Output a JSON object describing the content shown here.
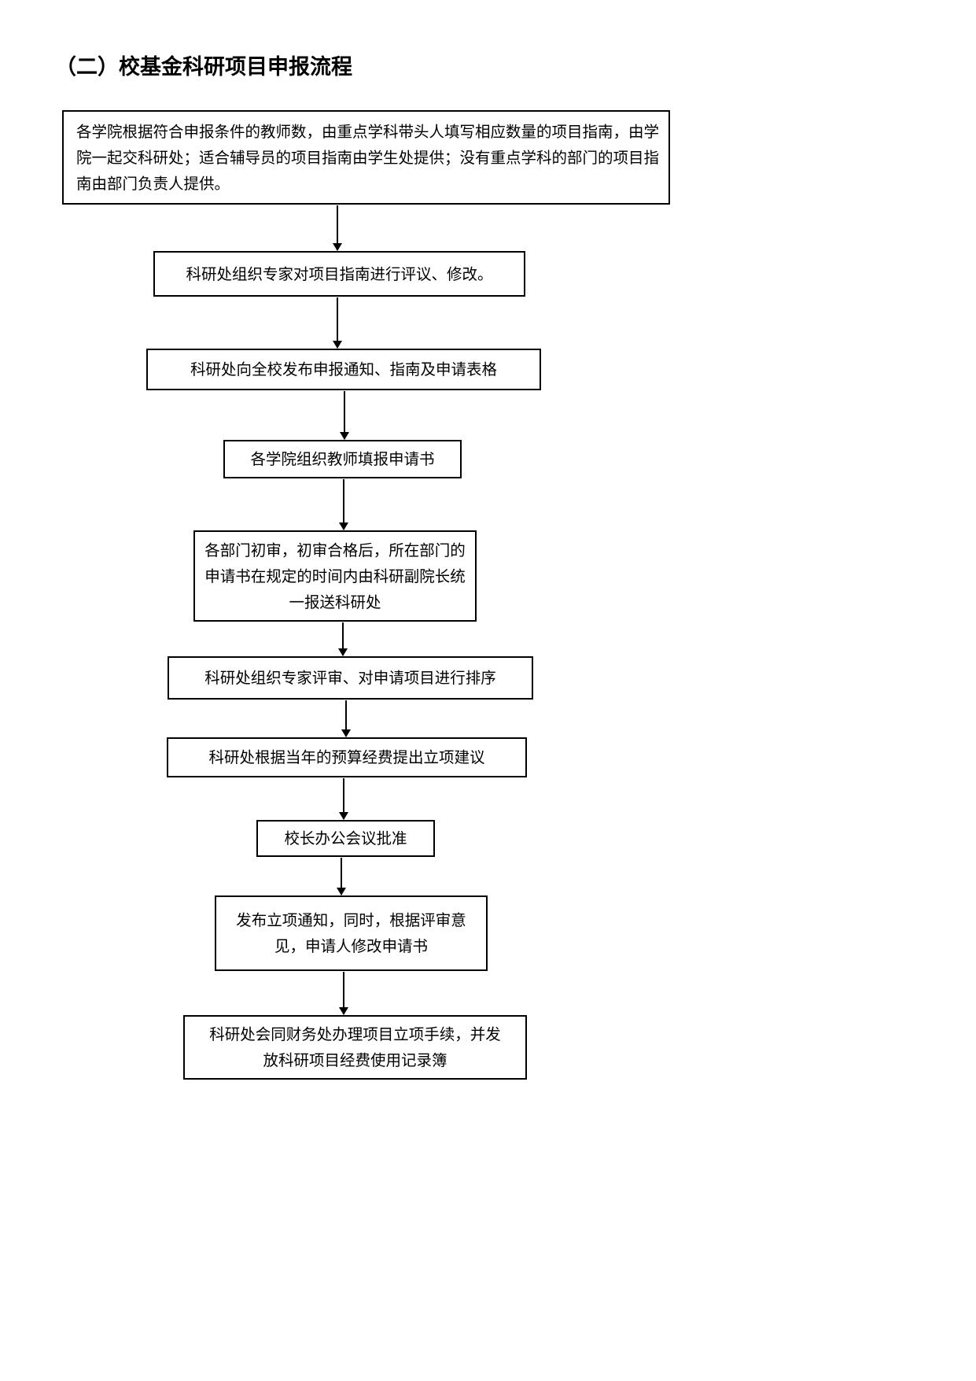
{
  "page": {
    "title": "（二）校基金科研项目申报流程"
  },
  "flowchart": {
    "steps": [
      {
        "id": "step-1",
        "text": "各学院根据符合申报条件的教师数，由重点学科带头人填写相应数量的项目指南，由学院一起交科研处；适合辅导员的项目指南由学生处提供；没有重点学科的部门的项目指南由部门负责人提供。"
      },
      {
        "id": "step-2",
        "text": "科研处组织专家对项目指南进行评议、修改。"
      },
      {
        "id": "step-3",
        "text": "科研处向全校发布申报通知、指南及申请表格"
      },
      {
        "id": "step-4",
        "text": "各学院组织教师填报申请书"
      },
      {
        "id": "step-5",
        "text": "各部门初审，初审合格后，所在部门的申请书在规定的时间内由科研副院长统一报送科研处"
      },
      {
        "id": "step-6",
        "text": "科研处组织专家评审、对申请项目进行排序"
      },
      {
        "id": "step-7",
        "text": "科研处根据当年的预算经费提出立项建议"
      },
      {
        "id": "step-8",
        "text": "校长办公会议批准"
      },
      {
        "id": "step-9",
        "text": "发布立项通知，同时，根据评审意见，申请人修改申请书"
      },
      {
        "id": "step-10",
        "text": "科研处会同财务处办理项目立项手续，并发放科研项目经费使用记录簿"
      }
    ]
  }
}
